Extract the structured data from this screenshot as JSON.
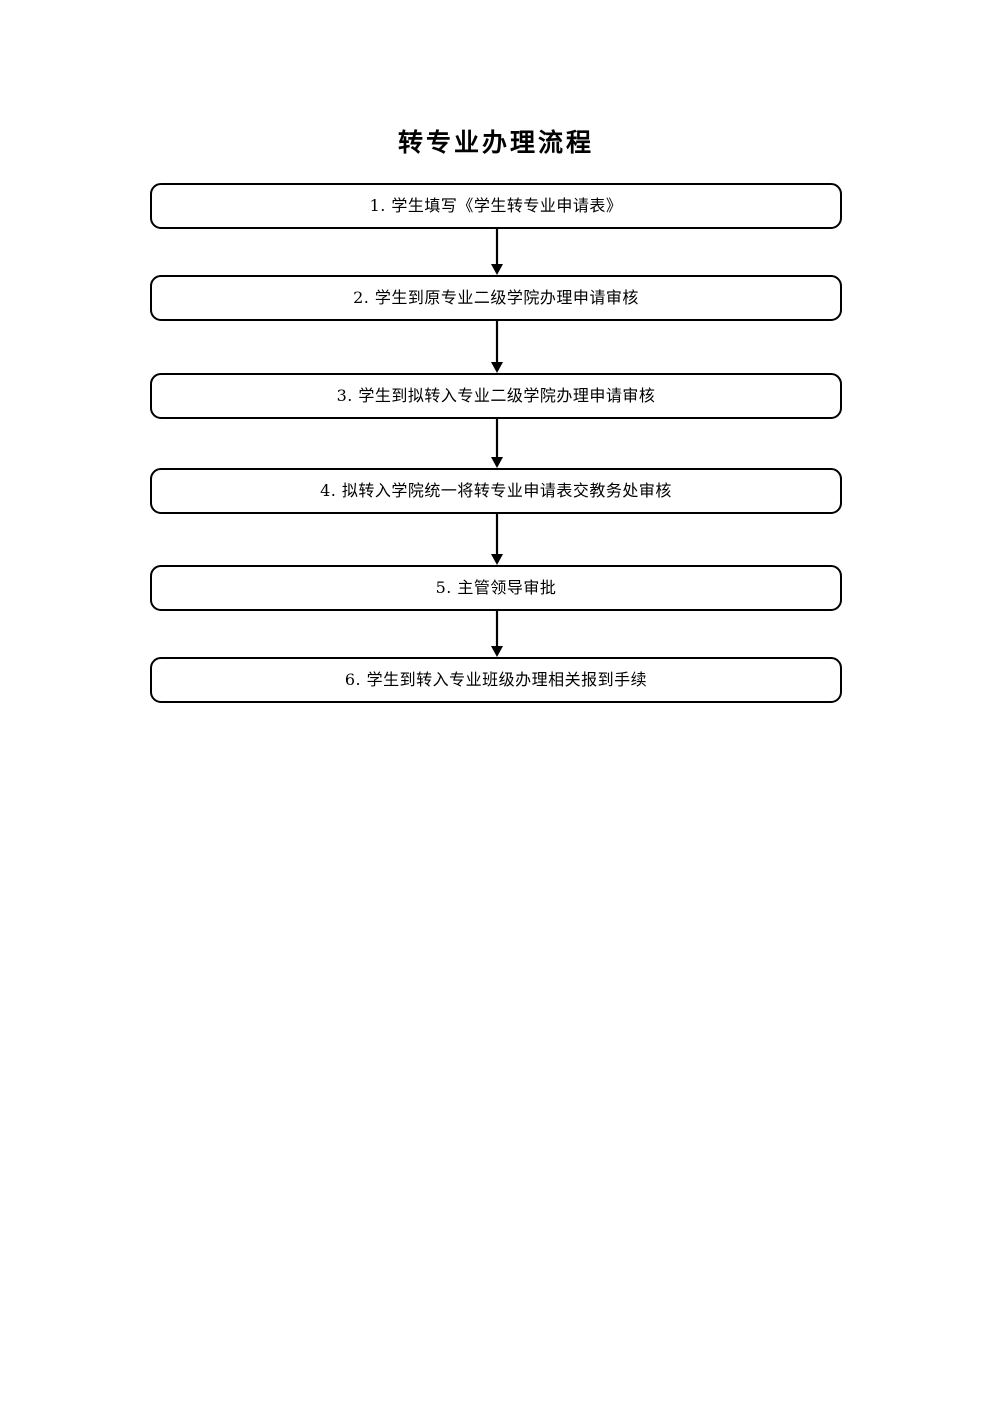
{
  "document": {
    "title": "转专业办理流程",
    "page_background": "#ffffff",
    "ink_color": "#000000"
  },
  "flowchart": {
    "type": "linear-process",
    "orientation": "vertical",
    "node_shape": "rounded-rectangle",
    "connector": "down-arrow",
    "nodes": [
      {
        "id": "step-1",
        "label": "1. 学生填写《学生转专业申请表》"
      },
      {
        "id": "step-2",
        "label": "2. 学生到原专业二级学院办理申请审核"
      },
      {
        "id": "step-3",
        "label": "3. 学生到拟转入专业二级学院办理申请审核"
      },
      {
        "id": "step-4",
        "label": "4. 拟转入学院统一将转专业申请表交教务处审核"
      },
      {
        "id": "step-5",
        "label": "5. 主管领导审批"
      },
      {
        "id": "step-6",
        "label": "6. 学生到转入专业班级办理相关报到手续"
      }
    ]
  }
}
